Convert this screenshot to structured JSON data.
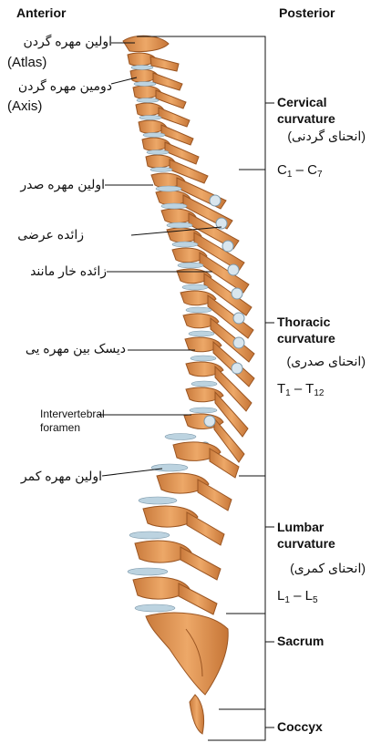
{
  "headers": {
    "anterior": "Anterior",
    "posterior": "Posterior"
  },
  "left_labels": {
    "atlas_fa": "اولین مهره گردن",
    "atlas_en": "(Atlas)",
    "axis_fa": "دومین مهره گردن",
    "axis_en": "(Axis)",
    "first_thoracic": "اولین مهره صدر",
    "transverse_process": "زائده عرضی",
    "spinous_process": "زائده خار مانند",
    "intervertebral_disc": "دیسک بین مهره یی",
    "foramen_line1": "Intervertebral",
    "foramen_line2": "foramen",
    "first_lumbar": "اولین مهره کمر"
  },
  "regions": {
    "cervical": {
      "title1": "Cervical",
      "title2": "curvature",
      "fa": "(انحنای گردنی)",
      "range_a": "C",
      "sub_a": "1",
      "range_b": "C",
      "sub_b": "7",
      "dash": " – "
    },
    "thoracic": {
      "title1": "Thoracic",
      "title2": "curvature",
      "fa": "(انحنای صدری)",
      "range_a": "T",
      "sub_a": "1",
      "range_b": "T",
      "sub_b": "12",
      "dash": " – "
    },
    "lumbar": {
      "title1": "Lumbar",
      "title2": "curvature",
      "fa": "(انحنای کمری)",
      "range_a": "L",
      "sub_a": "1",
      "range_b": "L",
      "sub_b": "5",
      "dash": " – "
    },
    "sacrum": {
      "title": "Sacrum"
    },
    "coccyx": {
      "title": "Coccyx"
    }
  },
  "colors": {
    "bone": "#e09a58",
    "bone_dark": "#b8692f",
    "bone_light": "#f3c08a",
    "disc": "#bcd3e0",
    "line": "#111111"
  }
}
